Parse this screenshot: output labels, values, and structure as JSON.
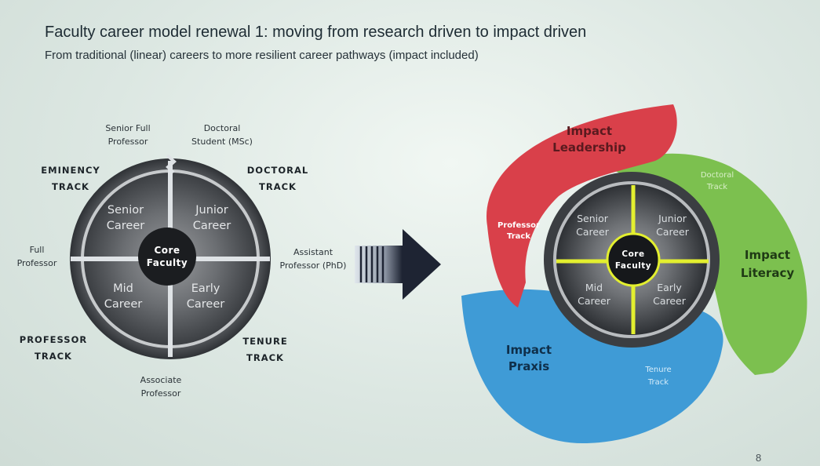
{
  "slide": {
    "title": "Faculty career model renewal 1: moving from research driven to impact driven",
    "subtitle": "From traditional (linear) careers to more resilient career pathways (impact included)",
    "page_number": "8"
  },
  "left_model": {
    "core": [
      "Core",
      "Faculty"
    ],
    "quadrants": {
      "senior": [
        "Senior",
        "Career"
      ],
      "junior": [
        "Junior",
        "Career"
      ],
      "mid": [
        "Mid",
        "Career"
      ],
      "early": [
        "Early",
        "Career"
      ]
    },
    "tracks": {
      "eminency": [
        "EMINENCY",
        "TRACK"
      ],
      "doctoral": [
        "DOCTORAL",
        "TRACK"
      ],
      "professor": [
        "PROFESSOR",
        "TRACK"
      ],
      "tenure": [
        "TENURE",
        "TRACK"
      ]
    },
    "positions": {
      "senior_full_professor": [
        "Senior Full",
        "Professor"
      ],
      "doctoral_student": [
        "Doctoral",
        "Student (MSc)"
      ],
      "full_professor": [
        "Full",
        "Professor"
      ],
      "assistant_professor": [
        "Assistant",
        "Professor (PhD)"
      ],
      "associate_professor": [
        "Associate",
        "Professor"
      ]
    }
  },
  "right_model": {
    "core": [
      "Core",
      "Faculty"
    ],
    "quadrants": {
      "senior": [
        "Senior",
        "Career"
      ],
      "junior": [
        "Junior",
        "Career"
      ],
      "mid": [
        "Mid",
        "Career"
      ],
      "early": [
        "Early",
        "Career"
      ]
    },
    "impact_arcs": {
      "leadership": {
        "label": [
          "Impact",
          "Leadership"
        ],
        "track": [
          "Professor",
          "Track"
        ],
        "color": "#d9404a"
      },
      "literacy": {
        "label": [
          "Impact",
          "Literacy"
        ],
        "track": [
          "Doctoral",
          "Track"
        ],
        "color": "#7cc04f"
      },
      "praxis": {
        "label": [
          "Impact",
          "Praxis"
        ],
        "track": [
          "Tenure",
          "Track"
        ],
        "color": "#3f9bd6"
      }
    },
    "accent_color": "#e3ef2f"
  },
  "arrow": {
    "color": "#1e2433"
  }
}
